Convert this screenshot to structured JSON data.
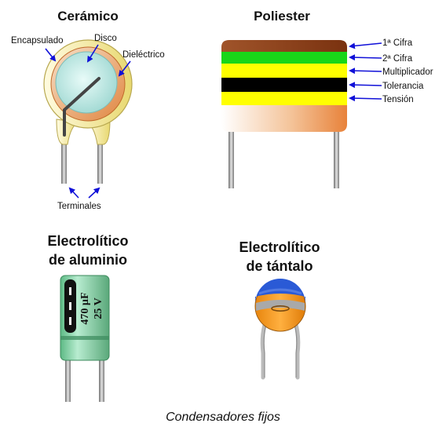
{
  "titles": {
    "ceramic": "Cerámico",
    "polyester": "Poliester",
    "electrolytic_aluminum_line1": "Electrolítico",
    "electrolytic_aluminum_line2": "de aluminio",
    "electrolytic_tantalum_line1": "Electrolítico",
    "electrolytic_tantalum_line2": "de tántalo"
  },
  "ceramic_labels": {
    "encapsulated": "Encapsulado",
    "disk": "Disco",
    "dielectric": "Dieléctrico",
    "terminals": "Terminales"
  },
  "polyester_bands": [
    {
      "label": "1ª Cifra",
      "color": "#8b3a0f"
    },
    {
      "label": "2ª Cifra",
      "color": "#19d619"
    },
    {
      "label": "Multiplicador",
      "color": "#ffff00"
    },
    {
      "label": "Tolerancia",
      "color": "#000000"
    },
    {
      "label": "Tensión",
      "color": "#ffff00"
    }
  ],
  "electrolytic_marking": {
    "capacitance": "470 µF",
    "voltage": "25 V"
  },
  "colors": {
    "arrow_blue": "#1010d8",
    "ceramic_body": "#f6f0a8",
    "dielectric": "#e89a58",
    "disk": "#c8ece8",
    "electrolytic_body": "#7ccf9c",
    "tantalum_blue": "#2a5ad6",
    "tantalum_orange": "#f3981a"
  },
  "caption": "Condensadores fijos"
}
